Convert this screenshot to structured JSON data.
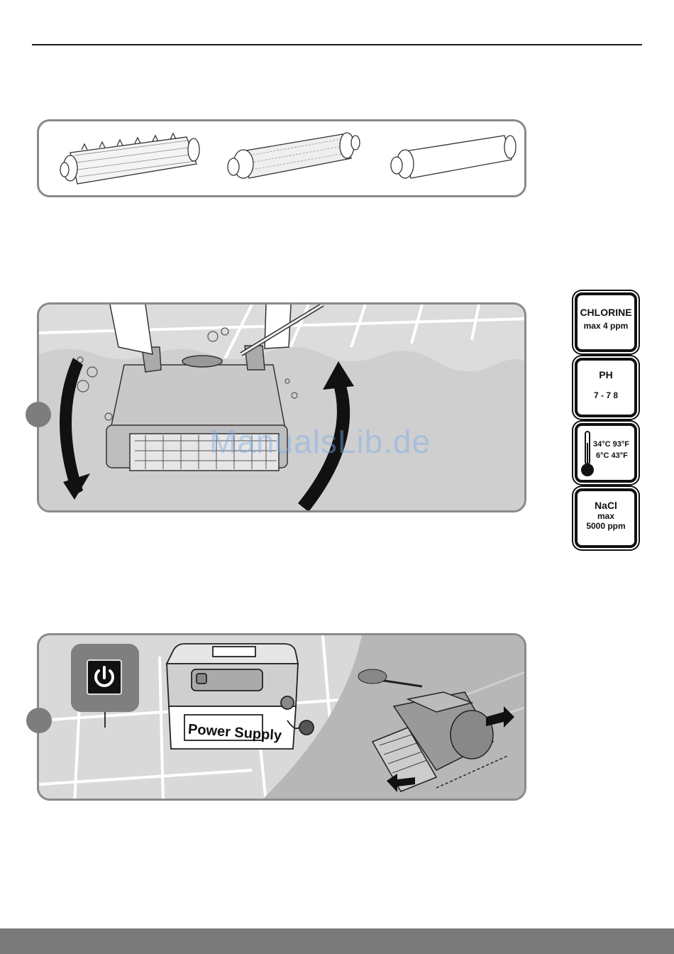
{
  "specs": {
    "chlorine": {
      "title": "CHLORINE",
      "value": "max 4 ppm"
    },
    "ph": {
      "title": "PH",
      "value": "7 - 7 8"
    },
    "temperature": {
      "max": "34°C  93°F",
      "min": "6°C  43°F"
    },
    "nacl": {
      "title": "NaCl",
      "line1": "max",
      "line2": "5000 ppm"
    }
  },
  "power_supply": {
    "label": "Power Supply"
  },
  "watermark": "ManualsLib.de",
  "colors": {
    "panel_border": "#8a8a8a",
    "panel_fill": "#dcdcdc",
    "step_dot": "#7d7d7d",
    "footer": "#7a7a7a"
  }
}
